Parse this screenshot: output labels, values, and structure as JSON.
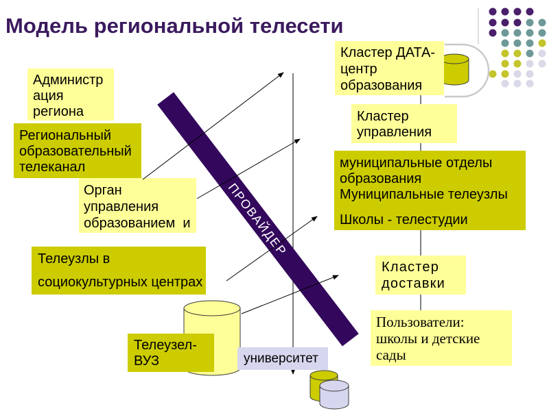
{
  "title": "Модель региональной телесети",
  "colors": {
    "title": "#3b1a5e",
    "pale_yellow": "#ffff99",
    "olive": "#cccc00",
    "lavender": "#d6d6ee",
    "provider": "#33085c",
    "dot_purple": "#4a1f6b",
    "dot_teal": "#6f9999",
    "dot_olive": "#c4c42c",
    "dot_gray": "#d9d9e8"
  },
  "provider": {
    "label": "ПРОВАЙДЕР"
  },
  "left": {
    "admin": {
      "lines": [
        "Администр",
        "ация",
        "региона"
      ]
    },
    "tv_channel": {
      "lines": [
        "Региональный",
        "образовательный",
        "телеканал"
      ]
    },
    "education_authority": {
      "lines": [
        "Орган",
        "управления",
        "образованием  и"
      ]
    },
    "socio_cultural": {
      "lines": [
        "Телеузлы в",
        "социокультурных центрах"
      ]
    },
    "university_node": {
      "lines": [
        "Телеузел-",
        "ВУЗ"
      ]
    },
    "university": {
      "label": "университет"
    }
  },
  "right": {
    "data_center": {
      "lines": [
        "Кластер ДАТА-",
        "центр",
        "образования"
      ]
    },
    "management_cluster": {
      "lines": [
        "Кластер",
        "управления"
      ]
    },
    "municipal": {
      "lines": [
        "муниципальные отделы",
        "образования",
        "Муниципальные телеузлы",
        "Школы - телестудии"
      ]
    },
    "delivery_cluster": {
      "lines": [
        "Кластер",
        "доставки"
      ]
    },
    "users": {
      "lines": [
        "Пользователи:",
        "школы и детские",
        "сады"
      ]
    }
  }
}
